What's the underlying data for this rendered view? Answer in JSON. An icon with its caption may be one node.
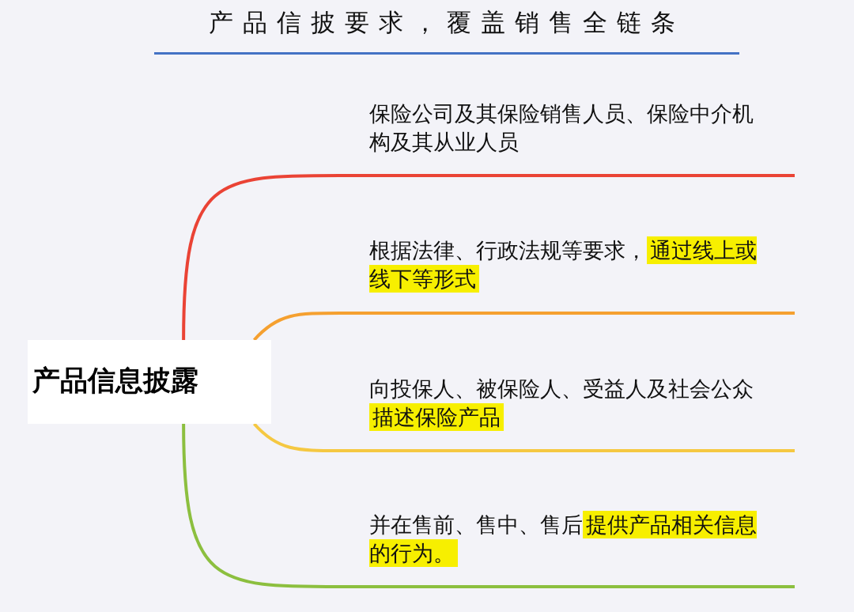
{
  "diagram": {
    "title": "产品信披要求，覆盖销售全链条",
    "nodes": [
      {
        "text": [
          "产品信息披露"
        ]
      },
      {
        "text": [
          "保险公司及其保险销售人员、保险中介机构及其从业人员"
        ]
      },
      {
        "text": [
          "根据法律、行政法规等要求，**通过线上或线下等形式**"
        ]
      },
      {
        "text": [
          "向投保人、被保险人、受益人及社会公众**描述保险产品**"
        ]
      },
      {
        "text": [
          "并在售前、售中、售后**提供产品相关信息的行为。**"
        ]
      }
    ],
    "edges": [
      {
        "from": 0,
        "to": 1,
        "arrow": "none",
        "color": "#ea4335"
      },
      {
        "from": 0,
        "to": 2,
        "arrow": "none",
        "color": "#f5a030"
      },
      {
        "from": 0,
        "to": 3,
        "arrow": "none",
        "color": "#f5c842"
      },
      {
        "from": 0,
        "to": 4,
        "arrow": "none",
        "color": "#8cbf3f"
      }
    ]
  }
}
